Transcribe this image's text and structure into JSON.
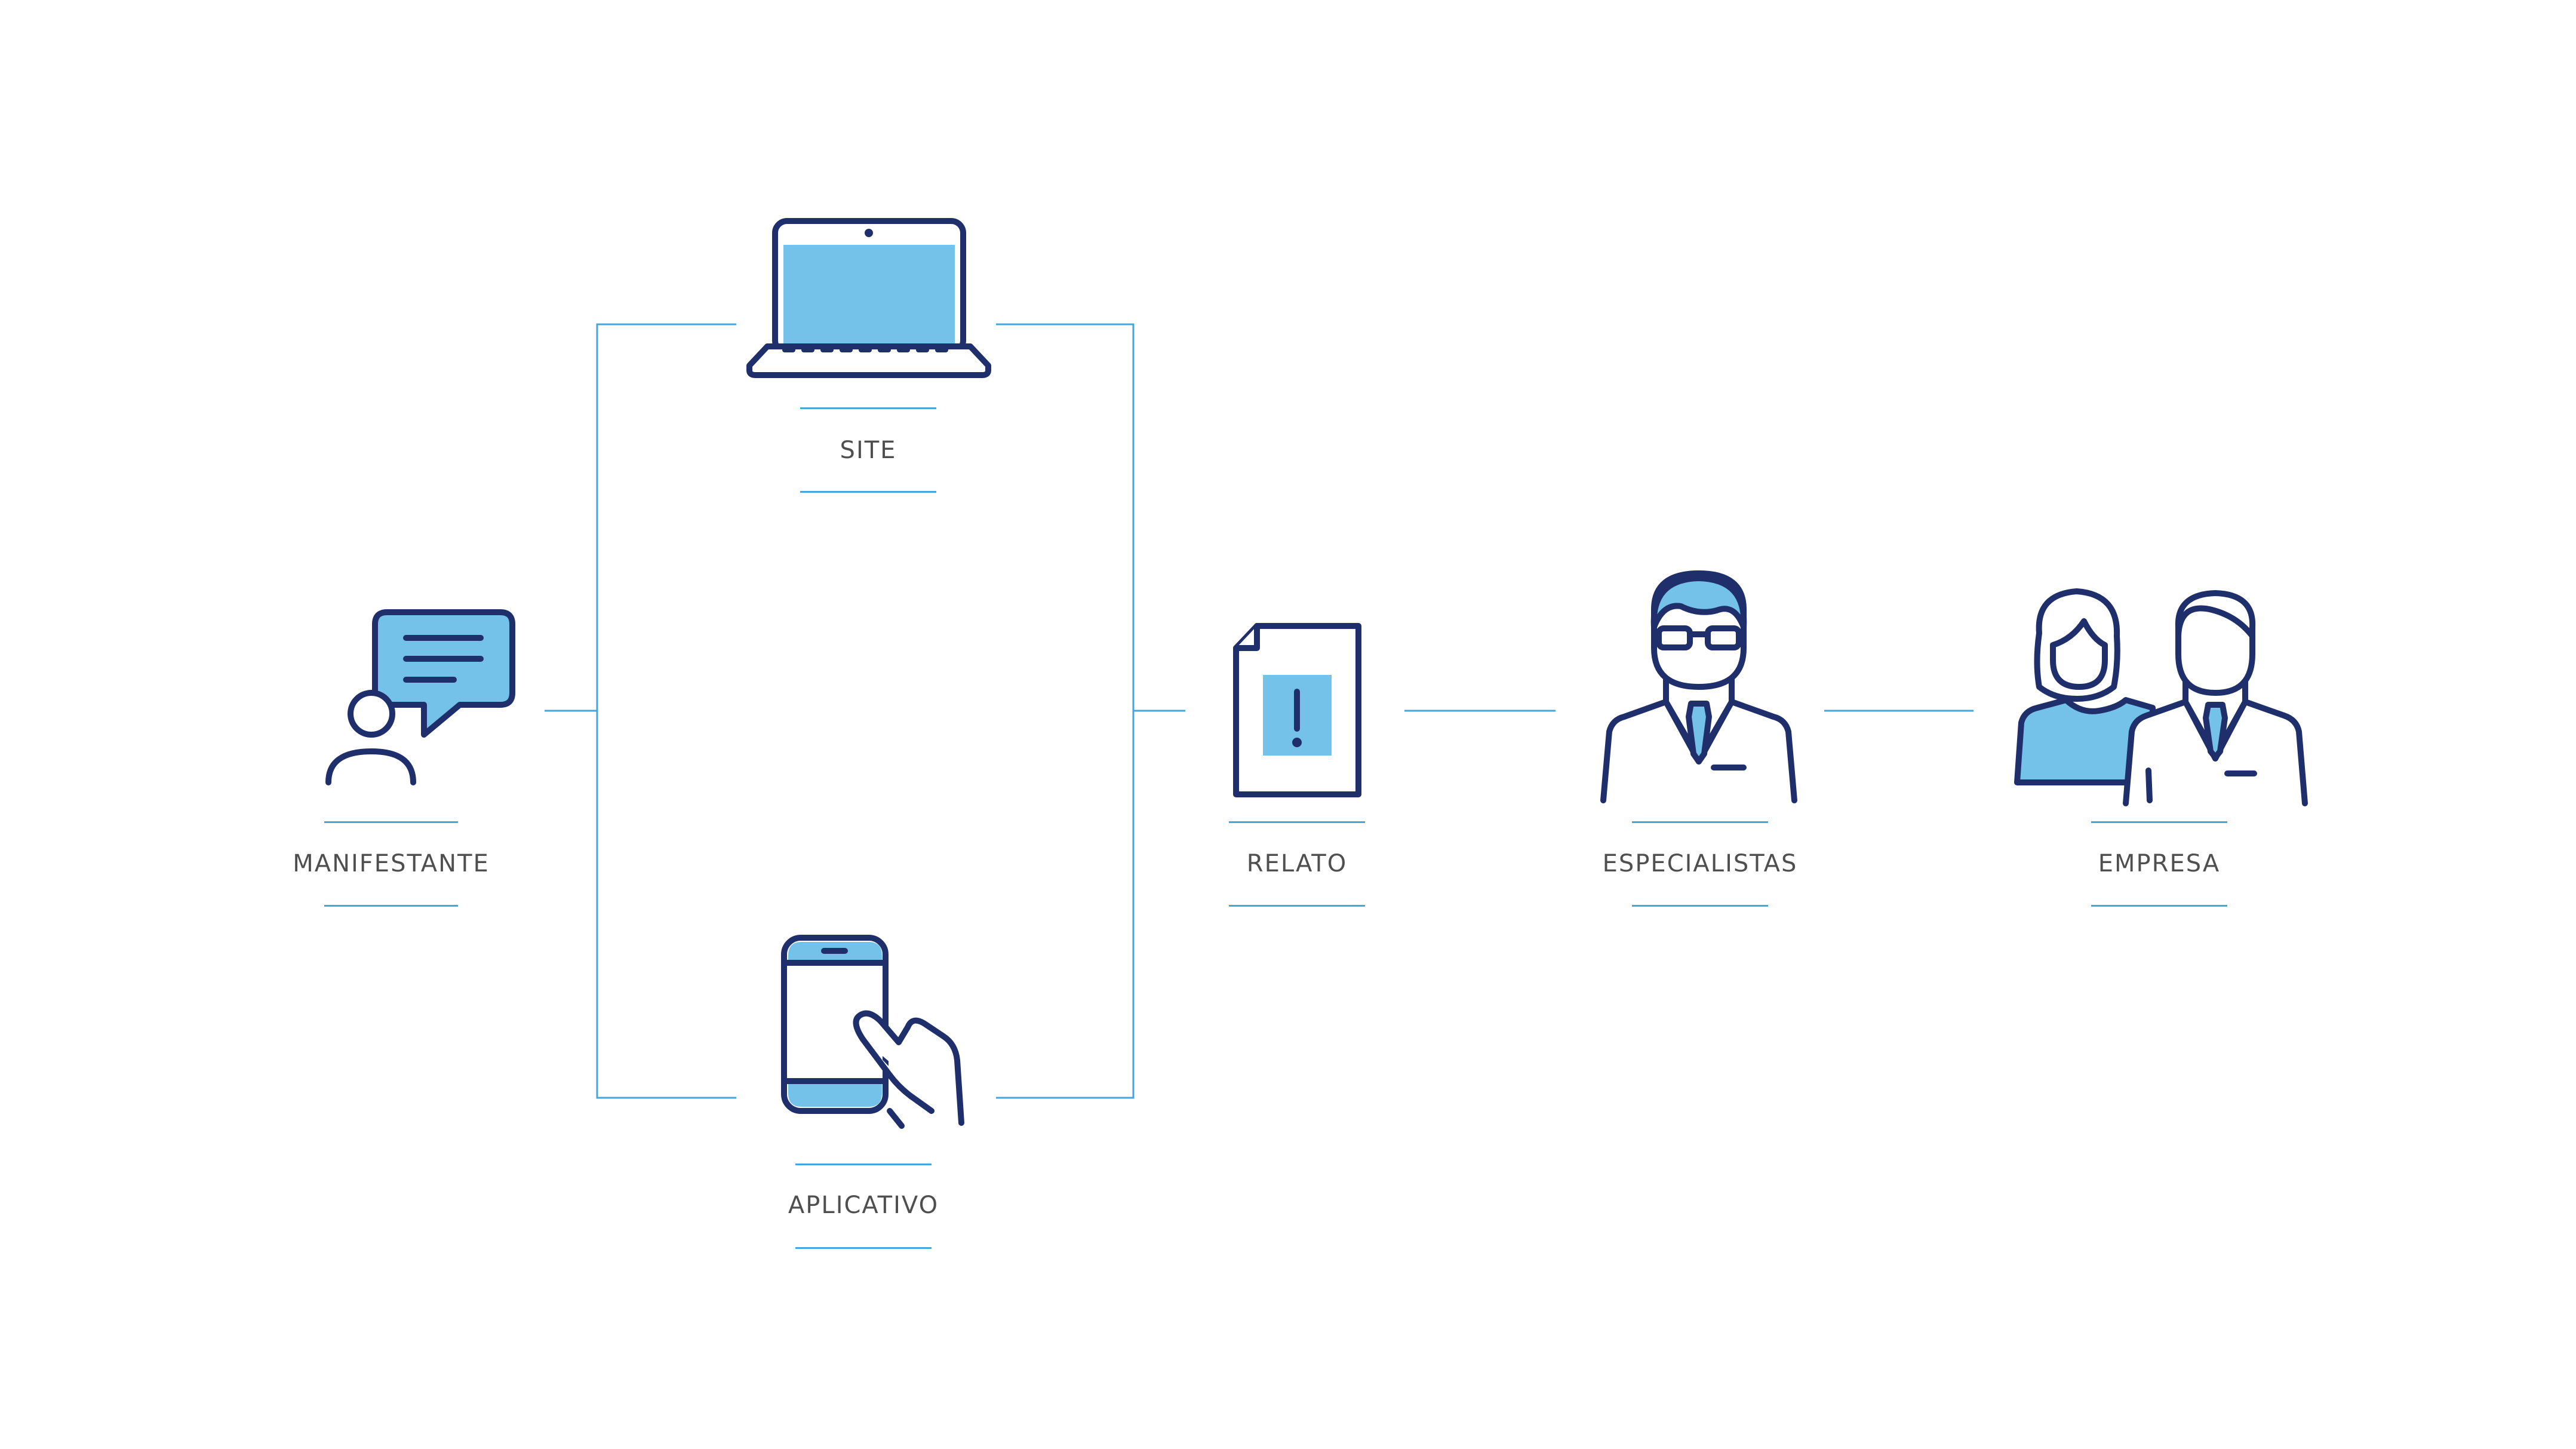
{
  "nodes": {
    "manifestante": {
      "label": "MANIFESTANTE",
      "icon": "person-speech-bubble-icon"
    },
    "site": {
      "label": "SITE",
      "icon": "laptop-icon"
    },
    "aplicativo": {
      "label": "APLICATIVO",
      "icon": "smartphone-hand-icon"
    },
    "relato": {
      "label": "RELATO",
      "icon": "document-alert-icon"
    },
    "especialistas": {
      "label": "ESPECIALISTAS",
      "icon": "specialist-man-icon"
    },
    "empresa": {
      "label": "EMPRESA",
      "icon": "business-people-icon"
    }
  },
  "colors": {
    "line_blue": "#45a6dc",
    "icon_fill": "#74c2ea",
    "icon_stroke": "#1f2f6b",
    "text": "#4f4f4f",
    "background": "#ffffff"
  }
}
